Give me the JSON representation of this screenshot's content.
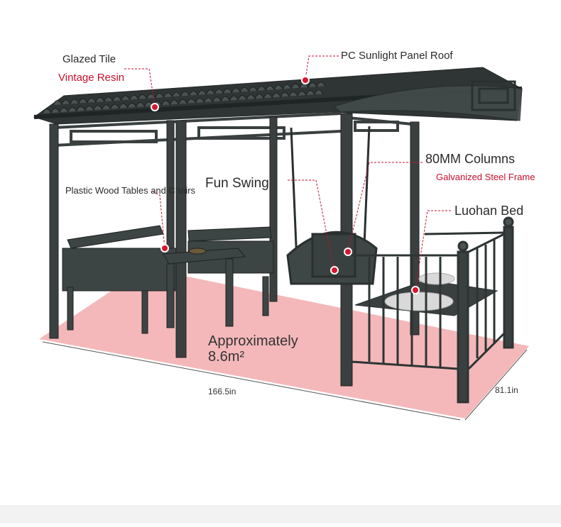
{
  "labels": {
    "glazed_tile": "Glazed Tile",
    "vintage_resin": "Vintage Resin",
    "pc_roof": "PC Sunlight Panel Roof",
    "columns": "80MM Columns",
    "galvanized": "Galvanized Steel Frame",
    "fun_swing": "Fun Swing",
    "tables_chairs": "Plastic Wood Tables and Chairs",
    "luohan_bed": "Luohan Bed",
    "area_line1": "Approximately",
    "area_line2": "8.6m²",
    "dim_length": "166.5in",
    "dim_width": "81.1in"
  },
  "colors": {
    "frame": "#3a4040",
    "frame_dark": "#262b2b",
    "floor": "#f3b0b2",
    "accent_red": "#c8102e",
    "callout_dot": "#d6162f",
    "cushion": "#d9d9d9"
  }
}
